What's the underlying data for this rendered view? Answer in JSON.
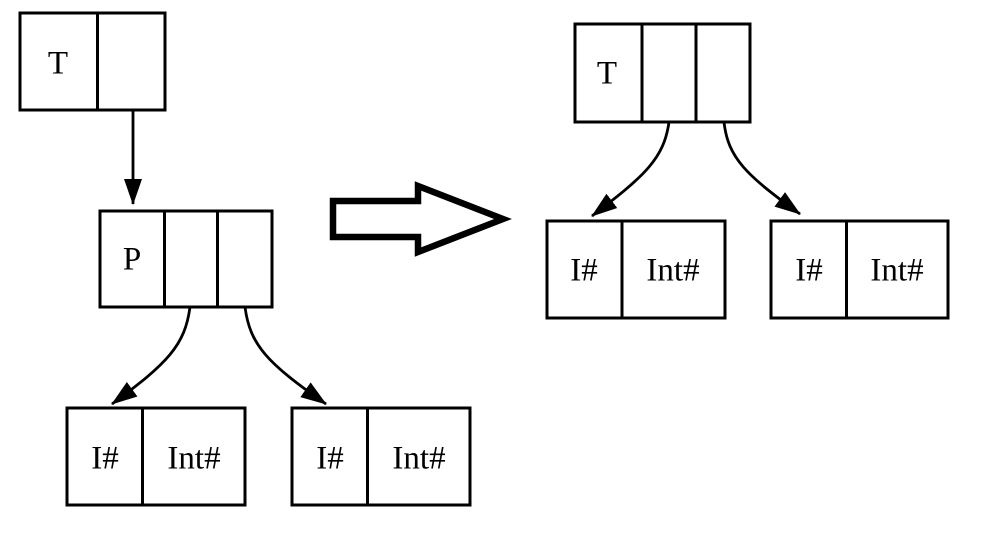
{
  "background": "#ffffff",
  "colors": {
    "line": "#000000",
    "node_fill": "#ffffff"
  },
  "before_tree": {
    "root": {
      "label": "T"
    },
    "pair_node": {
      "label": "P"
    },
    "leaf_left": {
      "type_tag": "I#",
      "value_tag": "Int#"
    },
    "leaf_right": {
      "type_tag": "I#",
      "value_tag": "Int#"
    }
  },
  "after_tree": {
    "root": {
      "label": "T"
    },
    "leaf_left": {
      "type_tag": "I#",
      "value_tag": "Int#"
    },
    "leaf_right": {
      "type_tag": "I#",
      "value_tag": "Int#"
    }
  }
}
